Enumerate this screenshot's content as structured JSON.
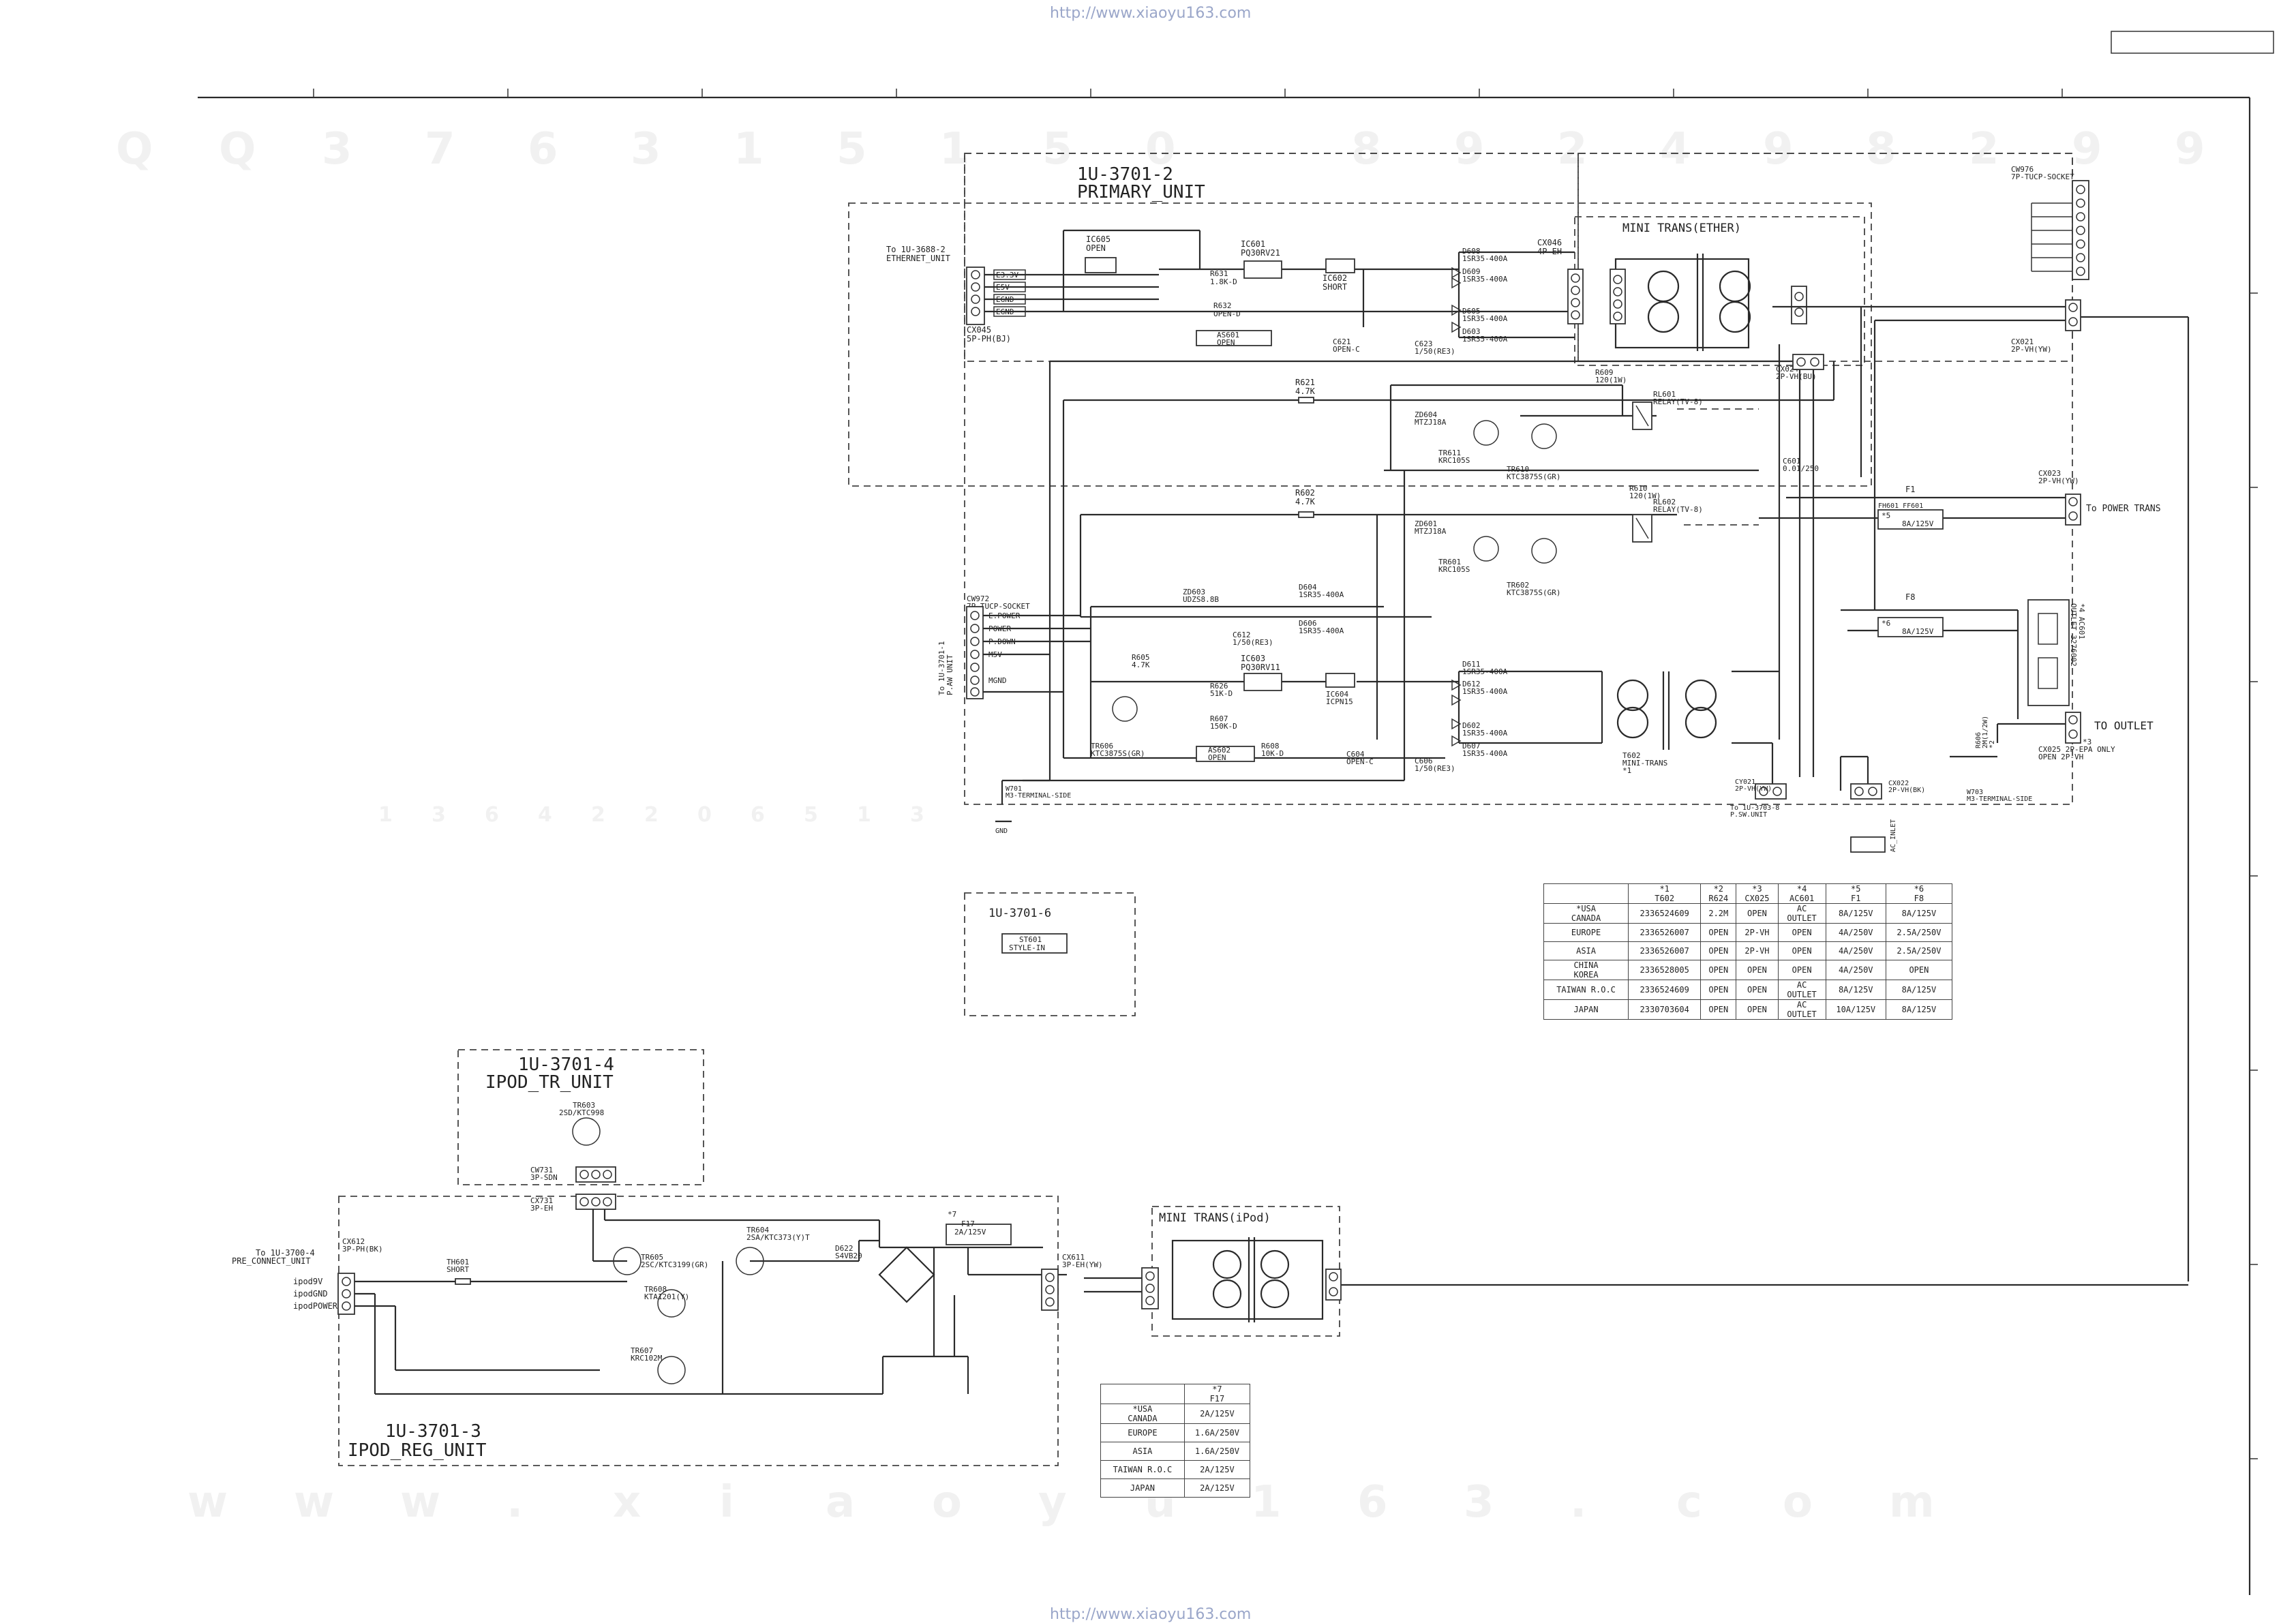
{
  "watermark": {
    "url": "http://www.xiaoyu163.com",
    "top_code": [
      "Q",
      "Q",
      "3",
      "7",
      "6",
      "3",
      "1",
      "5",
      "1",
      "5",
      "0",
      "",
      "8",
      "9",
      "2",
      "4",
      "9",
      "8",
      "2",
      "9",
      "9"
    ],
    "bottom_text": [
      "w",
      "w",
      "w",
      ".",
      "x",
      "i",
      "a",
      "o",
      "y",
      "u",
      "1",
      "6",
      "3",
      ".",
      "c",
      "o",
      "m"
    ],
    "mid_code": [
      "1",
      "3",
      "6",
      "4",
      "2",
      "2",
      "0",
      "6",
      "5",
      "1",
      "3"
    ],
    "stamp": "www.xiaoyu163.com"
  },
  "units": {
    "primary": "1U-3701-2\nPRIMARY_UNIT",
    "mini_trans_ether": "MINI TRANS(ETHER)",
    "u6": "1U-3701-6",
    "ipod_tr": "1U-3701-4\nIPOD_TR_UNIT",
    "ipod_reg": "1U-3701-3\nIPOD_REG_UNIT",
    "mini_trans_ipod": "MINI TRANS(iPod)"
  },
  "labels": {
    "to_ethernet": "To 1U-3688-2\nETHERNET_UNIT",
    "cx045": "CX045\n5P-PH(BJ)",
    "eth_pins": [
      "E3.3V",
      "E5V",
      "EGND",
      "EGND"
    ],
    "ic605": "IC605\nOPEN",
    "ic601": "IC601\nPQ30RV21",
    "ic602": "IC602\nSHORT",
    "r631": "R631\n1.8K-D",
    "r632": "R632\nOPEN-D",
    "as601": "AS601\nOPEN",
    "d608": "D608\n1SR35-400A",
    "d609": "D609\n1SR35-400A",
    "d605": "D605\n1SR35-400A",
    "d603": "D603\n1SR35-400A",
    "cx046": "CX046\n4P-EH",
    "c621": "C621\nOPEN-C",
    "c623": "C623\n1/50(RE3)",
    "r621": "R621\n4.7K",
    "r602": "R602\n4.7K",
    "r609": "R609\n120(1W)",
    "r610": "R610\n120(1W)",
    "rl601": "RL601\nRELAY(TV-8)",
    "rl602": "RL602\nRELAY(TV-8)",
    "zd604": "ZD604\nMTZJ18A",
    "zd601": "ZD601\nMTZJ18A",
    "tr611": "TR611\nKRC105S",
    "tr601": "TR601\nKRC105S",
    "tr610": "TR610\nKTC3875S(GR)",
    "tr602": "TR602\nKTC3875S(GR)",
    "c601": "C601\n0.01/250",
    "cx024": "CX024\n2P-VH(BU)",
    "cw976": "CW976\n7P-TUCP-SOCKET",
    "cx021": "CX021\n2P-VH(YW)",
    "cx023": "CX023\n2P-VH(YW)",
    "to_power_trans": "To POWER TRANS",
    "f1": "F1",
    "fh601": "FH601  FF601",
    "f1_rating": "*5\n8A/125V",
    "f8": "F8",
    "f8_rating": "*6\n8A/125V",
    "ac601": "*4 AC601\nOUTLET 3276002",
    "to_outlet": "TO OUTLET",
    "cx025": "*3\nCX025 2P-EPA ONLY\nOPEN  2P-VH",
    "cw972": "CW972\n7P-TUCP-SOCKET",
    "to_paw": "To 1U-3701-1\nP.AW UNIT",
    "cw972_pins": [
      "E.POWER",
      "POWER",
      "P.DOWN",
      "M5V",
      "",
      "MGND"
    ],
    "zd603": "ZD603\nUDZS8.8B",
    "d604": "D604\n1SR35-400A",
    "d606": "D606\n1SR35-400A",
    "c612": "C612\n1/50(RE3)",
    "ic603": "IC603\nPQ30RV11",
    "ic604": "IC604\nICPN15",
    "r605": "R605\n4.7K",
    "r626": "R626\n51K-D",
    "r607": "R607\n150K-D",
    "r608": "R608\n10K-D",
    "as602": "AS602\nOPEN",
    "tr606": "TR606\nKTC3875S(GR)",
    "d611": "D611\n1SR35-400A",
    "d612": "D612\n1SR35-400A",
    "d602": "D602\n1SR35-400A",
    "d607": "D607\n1SR35-400A",
    "c604": "C604\nOPEN-C",
    "c606": "C606\n1/50(RE3)",
    "t602": "T602\nMINI-TRANS\n*1",
    "w701": "W701\nM3-TERMINAL-SIDE",
    "gnd": "GND",
    "cy021": "CY021\n2P-VH(YW)",
    "to_psw": "To 1U-3703-8\nP.SW.UNIT",
    "cx022": "CX022\n2P-VH(BK)",
    "ac_inlet": "AC_INLET",
    "w703": "W703\nM3-TERMINAL-SIDE",
    "r606": "R606\n2M(1/2W)\n*2",
    "st601": "ST601\nSTYLE-IN",
    "tr603": "TR603\n2SD/KTC998",
    "cw731": "CW731\n3P-SDN",
    "cx731": "CX731\n3P-EH",
    "cx612": "CX612\n3P-PH(BK)",
    "to_pre": "To 1U-3700-4\nPRE_CONNECT_UNIT",
    "ipod_pins": [
      "ipod9V",
      "ipodGND",
      "ipodPOWER"
    ],
    "th601": "TH601\nSHORT",
    "tr605": "TR605\n2SC/KTC3199(GR)",
    "tr608": "TR608\nKTA1201(Y)",
    "tr607": "TR607\nKRC102M",
    "tr604": "TR604\n2SA/KTC373(Y)T",
    "d622": "D622\nS4VB20",
    "f17": "*7\nF17\n2A/125V",
    "cx611": "CX611\n3P-EH(YW)"
  },
  "table_main": {
    "header": [
      "",
      "*1\nT602",
      "*2\nR624",
      "*3\nCX025",
      "*4\nAC601",
      "*5\nF1",
      "*6\nF8"
    ],
    "rows": [
      [
        "*USA\nCANADA",
        "2336524609",
        "2.2M",
        "OPEN",
        "AC\nOUTLET",
        "8A/125V",
        "8A/125V"
      ],
      [
        "EUROPE",
        "2336526007",
        "OPEN",
        "2P-VH",
        "OPEN",
        "4A/250V",
        "2.5A/250V"
      ],
      [
        "ASIA",
        "2336526007",
        "OPEN",
        "2P-VH",
        "OPEN",
        "4A/250V",
        "2.5A/250V"
      ],
      [
        "CHINA\nKOREA",
        "2336528005",
        "OPEN",
        "OPEN",
        "OPEN",
        "4A/250V",
        "OPEN"
      ],
      [
        "TAIWAN R.O.C",
        "2336524609",
        "OPEN",
        "OPEN",
        "AC\nOUTLET",
        "8A/125V",
        "8A/125V"
      ],
      [
        "JAPAN",
        "2330703604",
        "OPEN",
        "OPEN",
        "AC\nOUTLET",
        "10A/125V",
        "8A/125V"
      ]
    ]
  },
  "table_f17": {
    "header": [
      "",
      "*7\nF17"
    ],
    "rows": [
      [
        "*USA\nCANADA",
        "2A/125V"
      ],
      [
        "EUROPE",
        "1.6A/250V"
      ],
      [
        "ASIA",
        "1.6A/250V"
      ],
      [
        "TAIWAN R.O.C",
        "2A/125V"
      ],
      [
        "JAPAN",
        "2A/125V"
      ]
    ]
  }
}
